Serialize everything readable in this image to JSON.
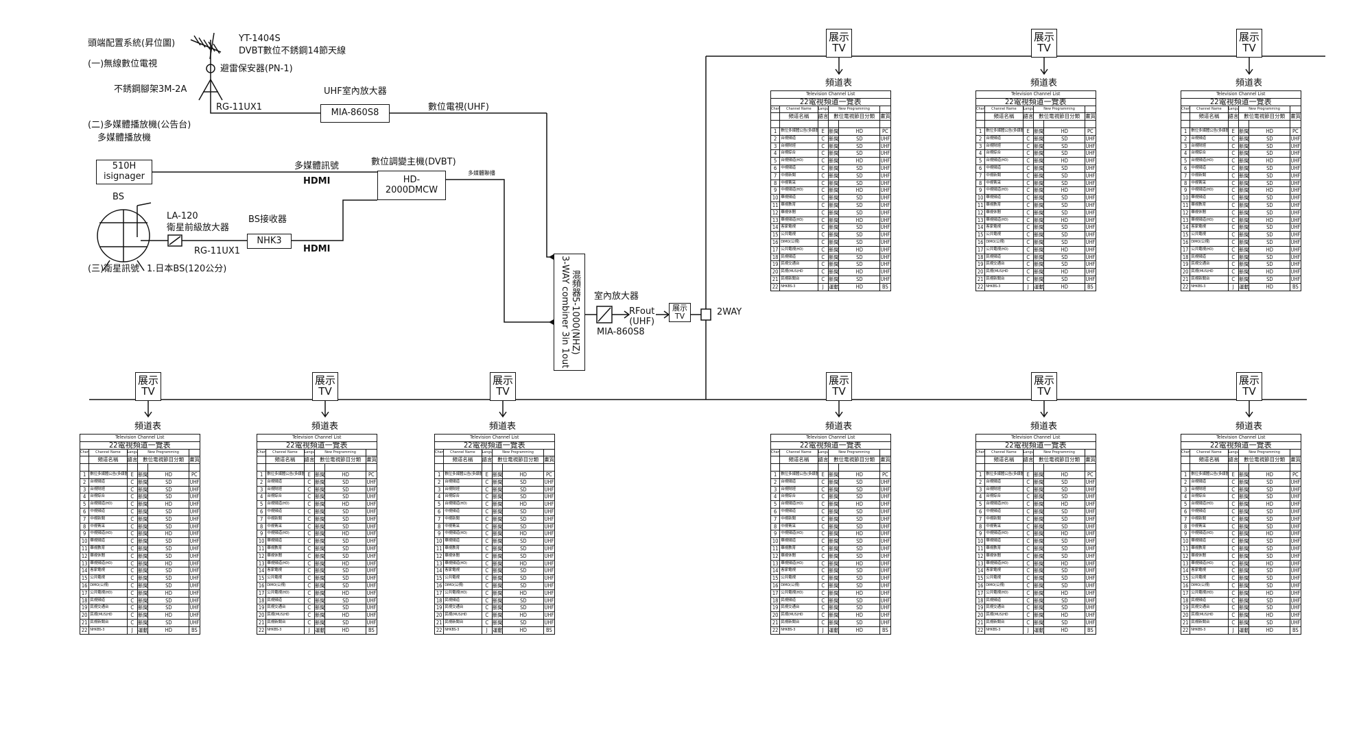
{
  "system": {
    "title": "頭端配置系統(昇位圖)",
    "antenna_model": "YT-1404S",
    "antenna_desc": "DVBT數位不銹鋼14節天線",
    "arrester": "避雷保安器(PN-1)",
    "section1": "(一)無線數位電視",
    "mount": "不銹鋼腳架3M-2A",
    "cable1": "RG-11UX1",
    "amp_title": "UHF室內放大器",
    "amp_model": "MIA-860S8",
    "digital_tv": "數位電視(UHF)",
    "section2": "(二)多媒體播放機(公告台)",
    "mm_player": "多媒體播放機",
    "signager": "510H\nisignager",
    "mm_signal": "多媒體訊號",
    "hdmi1": "HDMI",
    "modulator_title": "數位調變主機(DVBT)",
    "modulator_model": "HD-2000DMCW",
    "mm_small": "多媒體聯播",
    "bs": "BS",
    "la_model": "LA-120",
    "la_desc": "衛星前級放大器",
    "cable2": "RG-11UX1",
    "bs_receiver": "BS接收器",
    "nhk": "NHK3",
    "hdmi2": "HDMI",
    "section3": "(三)衛星訊號",
    "bs_note": "1.日本BS(120公分)",
    "combiner": "混頻器5-1000(NHZ)\n3-WAY combiner 3in 1out",
    "indoor_amp": "室內放大器",
    "rfout": "RFout\n(UHF)",
    "indoor_amp_model": "MIA-860S8",
    "splitter": "2WAY"
  },
  "tv_node": {
    "line1": "展示",
    "line2": "TV"
  },
  "channel_table": {
    "label": "頻道表",
    "title_en": "Television Channel List",
    "title_zh": "22電視頻道一覽表",
    "hdr_en": [
      "Channel",
      "Channel Name",
      "Language",
      "New Programming"
    ],
    "hdr_zh": [
      "頻道名稱",
      "語言",
      "數位電視節目分類",
      "畫質"
    ],
    "rows": [
      [
        "1",
        "數位多媒體公告(多媒體)",
        "E",
        "新聞/綜合",
        "HD",
        "PC"
      ],
      [
        "2",
        "台視頻道",
        "C",
        "新聞/綜合",
        "SD",
        "UHF"
      ],
      [
        "3",
        "台視財經",
        "C",
        "新聞/綜合",
        "SD",
        "UHF"
      ],
      [
        "4",
        "台視綜合",
        "C",
        "新聞/綜合",
        "SD",
        "UHF"
      ],
      [
        "5",
        "台視頻道(HD)",
        "C",
        "新聞/綜合",
        "HD",
        "UHF"
      ],
      [
        "6",
        "中視頻道",
        "C",
        "新聞/綜合",
        "SD",
        "UHF"
      ],
      [
        "7",
        "中視新聞",
        "C",
        "新聞/綜合",
        "SD",
        "UHF"
      ],
      [
        "8",
        "中視菁采",
        "C",
        "新聞/綜合",
        "SD",
        "UHF"
      ],
      [
        "9",
        "中視頻道(HD)",
        "C",
        "新聞/綜合",
        "HD",
        "UHF"
      ],
      [
        "10",
        "華視頻道",
        "C",
        "新聞/綜合",
        "SD",
        "UHF"
      ],
      [
        "11",
        "華視教育",
        "C",
        "新聞/綜合",
        "SD",
        "UHF"
      ],
      [
        "12",
        "華視休閒",
        "C",
        "新聞/綜合",
        "SD",
        "UHF"
      ],
      [
        "13",
        "華視頻道(HD)",
        "C",
        "新聞/綜合",
        "HD",
        "UHF"
      ],
      [
        "14",
        "客家電視",
        "C",
        "新聞/綜合",
        "SD",
        "UHF"
      ],
      [
        "15",
        "公共電視",
        "C",
        "新聞/綜合",
        "SD",
        "UHF"
      ],
      [
        "16",
        "DIMO(公視)",
        "C",
        "新聞/綜合",
        "SD",
        "UHF"
      ],
      [
        "17",
        "公共電視(HD)",
        "C",
        "新聞/綜合",
        "HD",
        "UHF"
      ],
      [
        "18",
        "民視頻道",
        "C",
        "新聞/綜合",
        "SD",
        "UHF"
      ],
      [
        "19",
        "民視交通台",
        "C",
        "新聞/綜合",
        "SD",
        "UHF"
      ],
      [
        "20",
        "民視(MUS)HD",
        "C",
        "新聞/綜合",
        "HD",
        "UHF"
      ],
      [
        "21",
        "民視新聞台",
        "C",
        "新聞/綜合",
        "SD",
        "UHF"
      ],
      [
        "22",
        "NHKBS-3",
        "J",
        "運動/綜合",
        "HD",
        "BS"
      ]
    ]
  }
}
